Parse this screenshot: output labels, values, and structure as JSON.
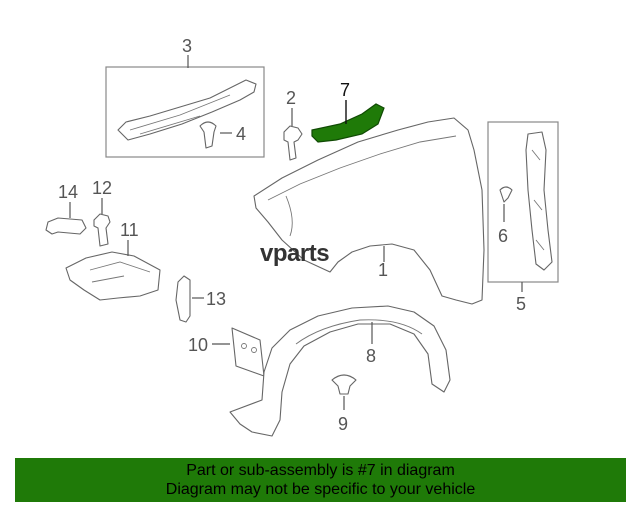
{
  "diagram": {
    "callouts": {
      "c1": "1",
      "c2": "2",
      "c3": "3",
      "c4": "4",
      "c5": "5",
      "c6": "6",
      "c7": "7",
      "c8": "8",
      "c9": "9",
      "c10": "10",
      "c11": "11",
      "c12": "12",
      "c13": "13",
      "c14": "14"
    },
    "highlight_color": "#1f7a08",
    "watermark": "vparts"
  },
  "banner": {
    "line1": "Part or sub-assembly is #7 in diagram",
    "line2": "Diagram may not be specific to your vehicle"
  }
}
